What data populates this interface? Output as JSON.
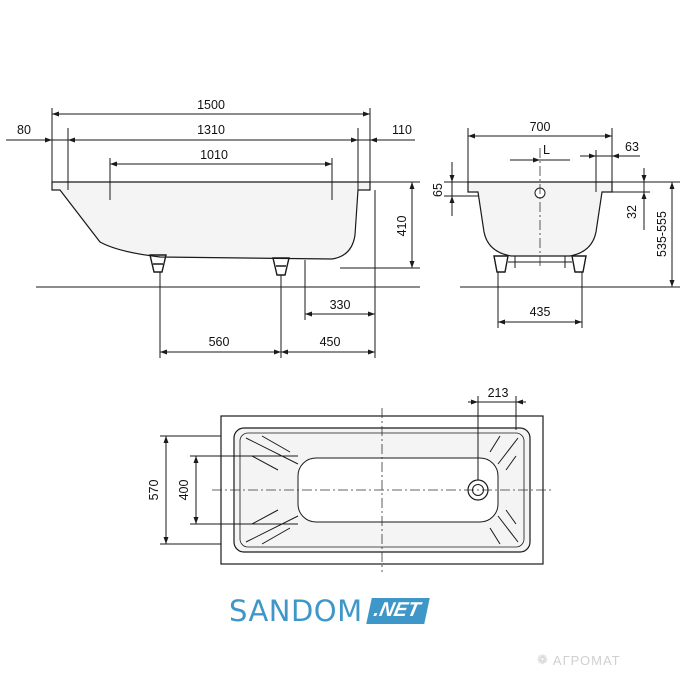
{
  "side_view": {
    "dim_total_length": "1500",
    "dim_left_rim": "80",
    "dim_inner_top": "1310",
    "dim_right_rim": "110",
    "dim_bottom": "1010",
    "dim_height": "410",
    "dim_drain_offset": "330",
    "dim_feet_spacing": "560",
    "dim_foot_to_end": "450"
  },
  "end_view": {
    "dim_width": "700",
    "dim_rim_63": "63",
    "dim_rim_65": "65",
    "dim_32": "32",
    "dim_total_height": "535-555",
    "dim_feet_width": "435",
    "label_l": "L"
  },
  "top_view": {
    "dim_drain": "213",
    "dim_outer_width": "570",
    "dim_inner_width": "400"
  },
  "branding": {
    "logo_main": "SANDOM",
    "logo_net": ".NET",
    "watermark": "АГРОМАТ",
    "accent_color": "#3f97c9"
  }
}
